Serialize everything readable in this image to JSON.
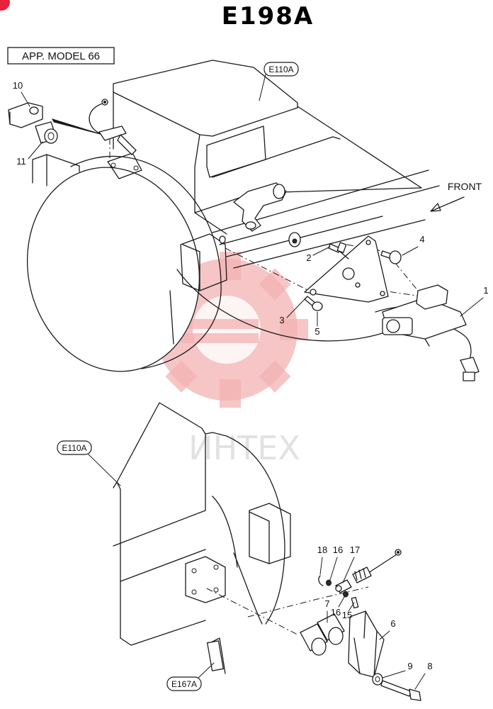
{
  "diagram": {
    "title": "E198A",
    "model_note": "APP. MODEL 66",
    "direction_label": "FRONT",
    "watermark_text": "ИНТЕХ",
    "colors": {
      "line": "#1a1a1a",
      "watermark": "#f3b1b1",
      "corner_badge": "#e8223a"
    },
    "references": [
      {
        "id": "ref-top",
        "label": "E110A"
      },
      {
        "id": "ref-bottom",
        "label": "E110A"
      },
      {
        "id": "ref-e167a",
        "label": "E167A"
      }
    ],
    "callouts": [
      {
        "id": "c1",
        "label": "1"
      },
      {
        "id": "c2",
        "label": "2"
      },
      {
        "id": "c3",
        "label": "3"
      },
      {
        "id": "c4",
        "label": "4"
      },
      {
        "id": "c5",
        "label": "5"
      },
      {
        "id": "c6",
        "label": "6"
      },
      {
        "id": "c7",
        "label": "7"
      },
      {
        "id": "c8",
        "label": "8"
      },
      {
        "id": "c9",
        "label": "9"
      },
      {
        "id": "c10",
        "label": "10"
      },
      {
        "id": "c11",
        "label": "11"
      },
      {
        "id": "c15",
        "label": "15"
      },
      {
        "id": "c16a",
        "label": "16"
      },
      {
        "id": "c16b",
        "label": "16"
      },
      {
        "id": "c17",
        "label": "17"
      },
      {
        "id": "c18",
        "label": "18"
      }
    ]
  }
}
